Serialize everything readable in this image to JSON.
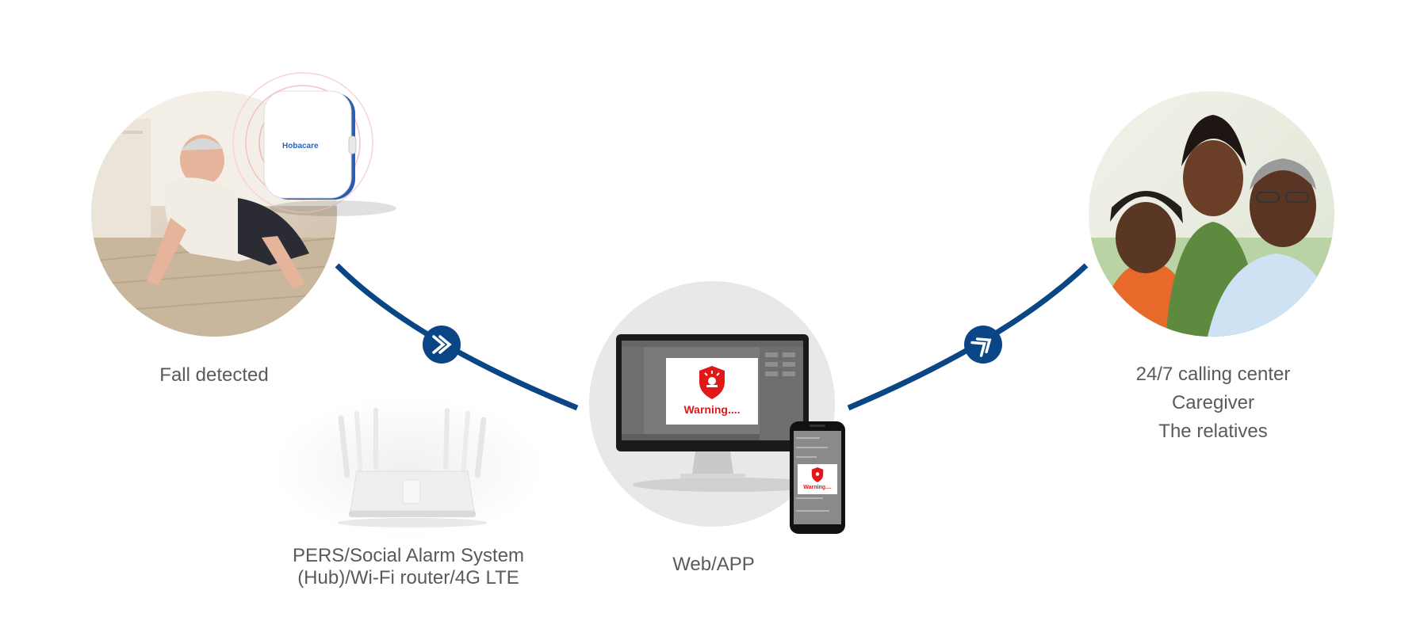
{
  "labels": {
    "fall": "Fall detected",
    "hub_line1": "PERS/Social Alarm System",
    "hub_line2": "(Hub)/Wi-Fi router/4G LTE",
    "web": "Web/APP",
    "center_line1": "24/7 calling center",
    "center_line2": "Caregiver",
    "center_line3": "The relatives"
  },
  "device": {
    "brand": "Hobacare"
  },
  "monitor": {
    "warning": "Warning...."
  },
  "phone": {
    "warning": "Warning...."
  },
  "colors": {
    "connector": "#0a4686",
    "alert": "#e01818",
    "circle_bg": "#e8e8e8"
  },
  "icons": [
    "arrow-forward-icon",
    "arrow-forward-icon",
    "alarm-shield-icon"
  ]
}
